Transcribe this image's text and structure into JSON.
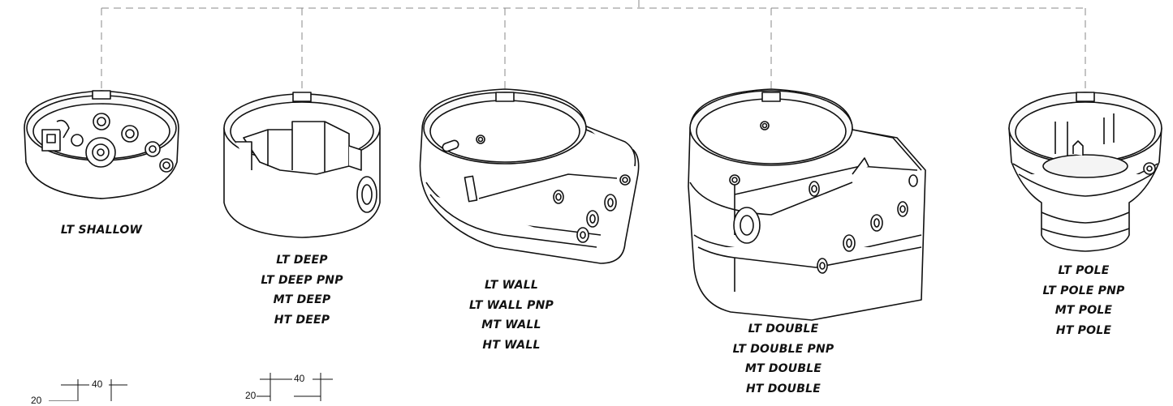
{
  "products": [
    {
      "id": "lt-shallow",
      "labels": [
        "LT SHALLOW"
      ]
    },
    {
      "id": "lt-deep",
      "labels": [
        "LT DEEP",
        "LT DEEP PNP",
        "MT DEEP",
        "HT DEEP"
      ]
    },
    {
      "id": "lt-wall",
      "labels": [
        "LT WALL",
        "LT WALL PNP",
        "MT WALL",
        "HT WALL"
      ]
    },
    {
      "id": "lt-double",
      "labels": [
        "LT DOUBLE",
        "LT DOUBLE PNP",
        "MT DOUBLE",
        "HT DOUBLE"
      ]
    },
    {
      "id": "lt-pole",
      "labels": [
        "LT POLE",
        "LT POLE PNP",
        "MT POLE",
        "HT POLE"
      ]
    }
  ],
  "dimensions": {
    "left": {
      "width": "40",
      "offset": "20"
    },
    "right": {
      "width": "40",
      "offset": "20"
    }
  },
  "colors": {
    "line": "#111111",
    "leader": "#888888",
    "background": "#ffffff"
  }
}
